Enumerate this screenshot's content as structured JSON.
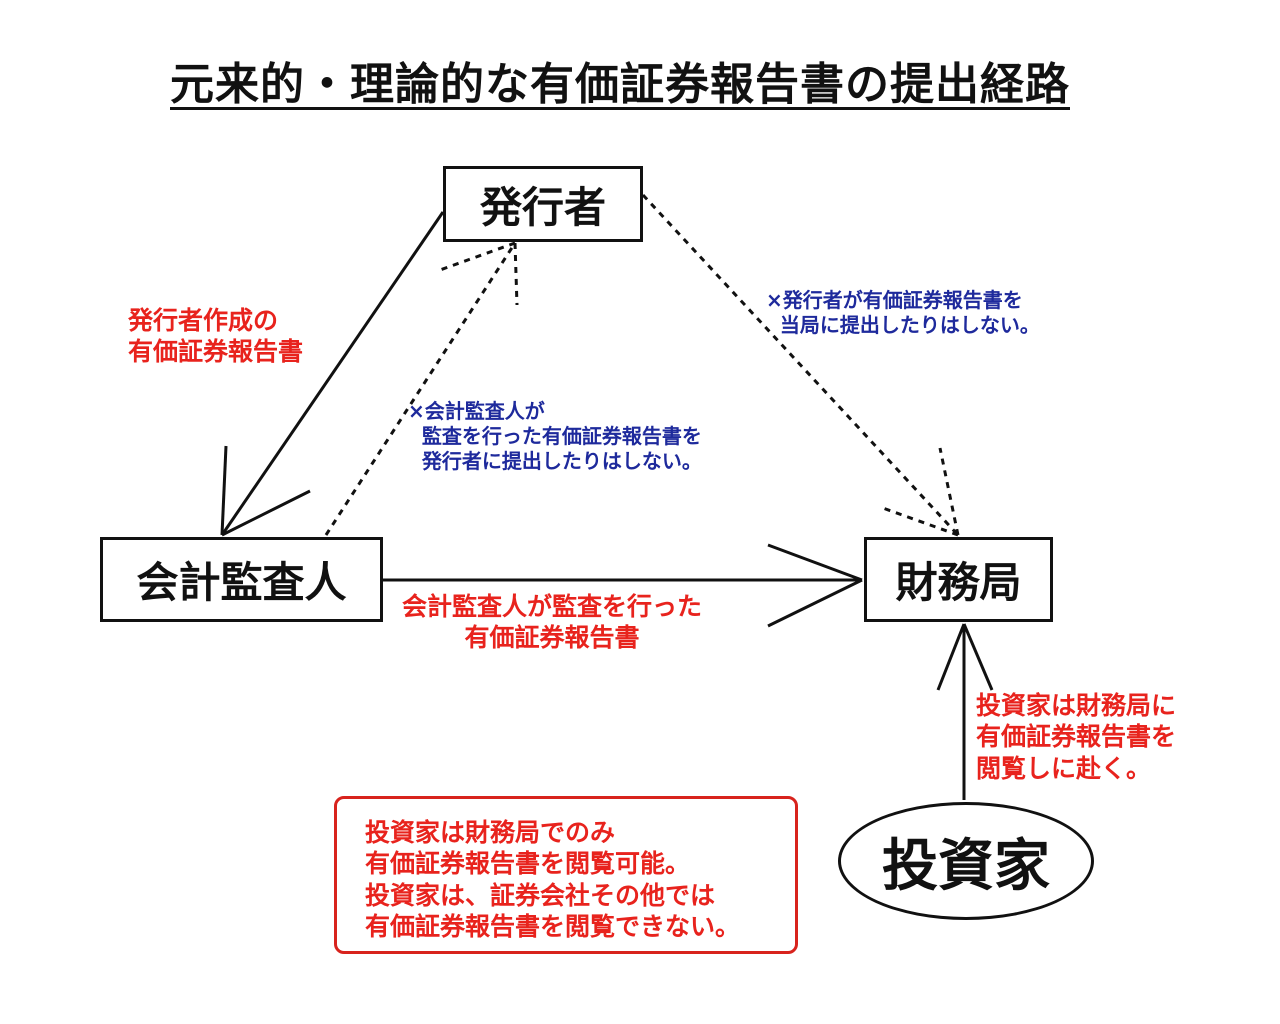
{
  "title": "元来的・理論的な有価証券報告書の提出経路",
  "nodes": {
    "issuer": "発行者",
    "auditor": "会計監査人",
    "fsa": "財務局",
    "investor": "投資家"
  },
  "labels": {
    "issuer_to_auditor": "発行者作成の\n有価証券報告書",
    "auditor_to_fsa": "会計監査人が監査を行った\n有価証券報告書",
    "investor_to_fsa": "投資家は財務局に\n有価証券報告書を\n閲覧しに赴く。"
  },
  "notes": {
    "issuer_to_fsa": "×発行者が有価証券報告書を\n  当局に提出したりはしない。",
    "auditor_to_issuer": "×会計監査人が\n  監査を行った有価証券報告書を\n  発行者に提出したりはしない。"
  },
  "info_box": "投資家は財務局でのみ\n有価証券報告書を閲覧可能。\n投資家は、証券会社その他では\n有価証券報告書を閲覧できない。",
  "colors": {
    "red": "#e8231d",
    "blue": "#1e2a9c",
    "line": "#111111"
  }
}
